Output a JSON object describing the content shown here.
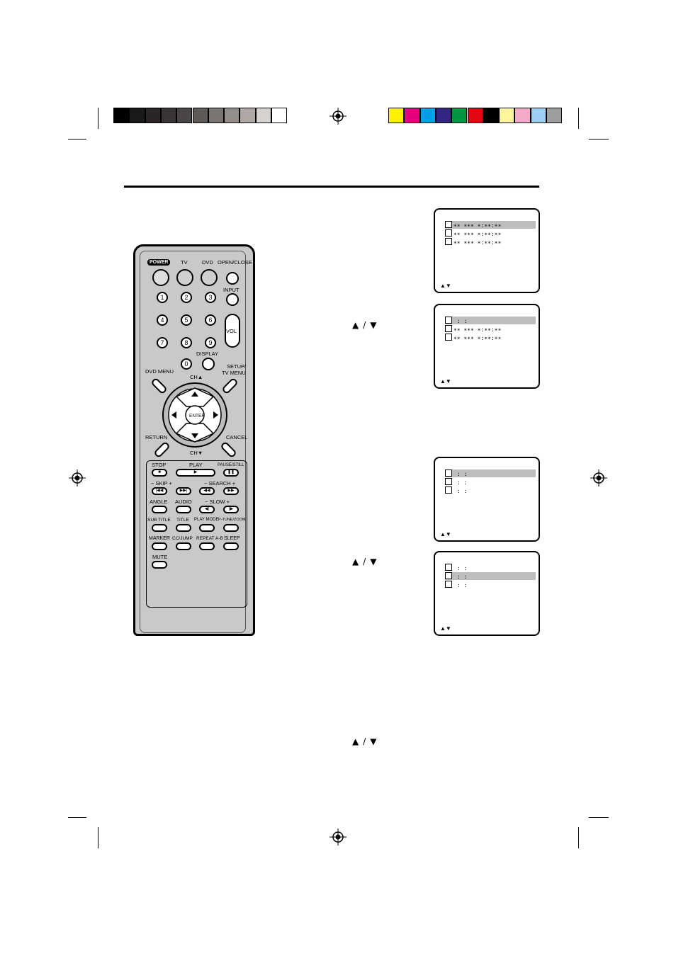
{
  "calibration": {
    "gray_bar": [
      "#000000",
      "#1a1a1a",
      "#2b2525",
      "#3a3535",
      "#4a4646",
      "#5e5a58",
      "#7a7572",
      "#948e8a",
      "#aea7a3",
      "#d5d2cf",
      "#ffffff"
    ],
    "color_bar": [
      "#fff200",
      "#e6007e",
      "#009fe3",
      "#312783",
      "#009640",
      "#e30613",
      "#000000",
      "#fff59d",
      "#f5a9c8",
      "#9dcff5",
      "#9d9d9d"
    ]
  },
  "remote": {
    "power": "POWER",
    "tv": "TV",
    "dvd": "DVD",
    "open_close": "OPEN/CLOSE",
    "input": "INPUT",
    "digits": [
      "1",
      "2",
      "3",
      "4",
      "5",
      "6",
      "7",
      "8",
      "9",
      "0"
    ],
    "vol": "VOL",
    "display": "DISPLAY",
    "dvd_menu": "DVD MENU",
    "ch_up": "CH▲",
    "setup": "SETUP/",
    "tv_menu": "TV MENU",
    "enter": "ENTER",
    "return": "RETURN",
    "cancel": "CANCEL",
    "ch_down": "CH▼",
    "stop": "STOP",
    "play": "PLAY",
    "pause": "PAUSE/STILL",
    "skip": "−  SKIP  +",
    "search": "− SEARCH +",
    "angle": "ANGLE",
    "audio": "AUDIO",
    "slow": "− SLOW +",
    "subtitle": "SUB TITLE",
    "title": "TITLE",
    "playmode": "PLAY MODE",
    "ptune": "P-TUNE/ZOOM",
    "marker": "MARKER",
    "ccjump": "CC/JUMP",
    "repeat": "REPEAT A-B",
    "sleep": "SLEEP",
    "mute": "MUTE"
  },
  "instructions": {
    "arrows_1": "▲/▼",
    "arrows_2": "▲/▼",
    "arrows_3": "▲/▼"
  },
  "screens": [
    {
      "rows": [
        {
          "highlight": true,
          "text": "∗∗ ∗∗∗ ∗:∗∗:∗∗"
        },
        {
          "highlight": false,
          "text": "∗∗ ∗∗∗ ∗:∗∗:∗∗"
        },
        {
          "highlight": false,
          "text": "∗∗ ∗∗∗ ∗:∗∗:∗∗"
        }
      ],
      "nav": "▲▼"
    },
    {
      "rows": [
        {
          "highlight": true,
          "text": "             :   :"
        },
        {
          "highlight": false,
          "text": "∗∗ ∗∗∗ ∗:∗∗:∗∗"
        },
        {
          "highlight": false,
          "text": "∗∗ ∗∗∗ ∗:∗∗:∗∗"
        }
      ],
      "nav": "▲▼"
    },
    {
      "rows": [
        {
          "highlight": true,
          "text": "             :   :"
        },
        {
          "highlight": false,
          "text": "             :   :"
        },
        {
          "highlight": false,
          "text": "             :   :"
        }
      ],
      "nav": "▲▼"
    },
    {
      "rows": [
        {
          "highlight": false,
          "text": "             :   :"
        },
        {
          "highlight": true,
          "text": "             :   :"
        },
        {
          "highlight": false,
          "text": "             :   :"
        }
      ],
      "nav": "▲▼"
    }
  ]
}
